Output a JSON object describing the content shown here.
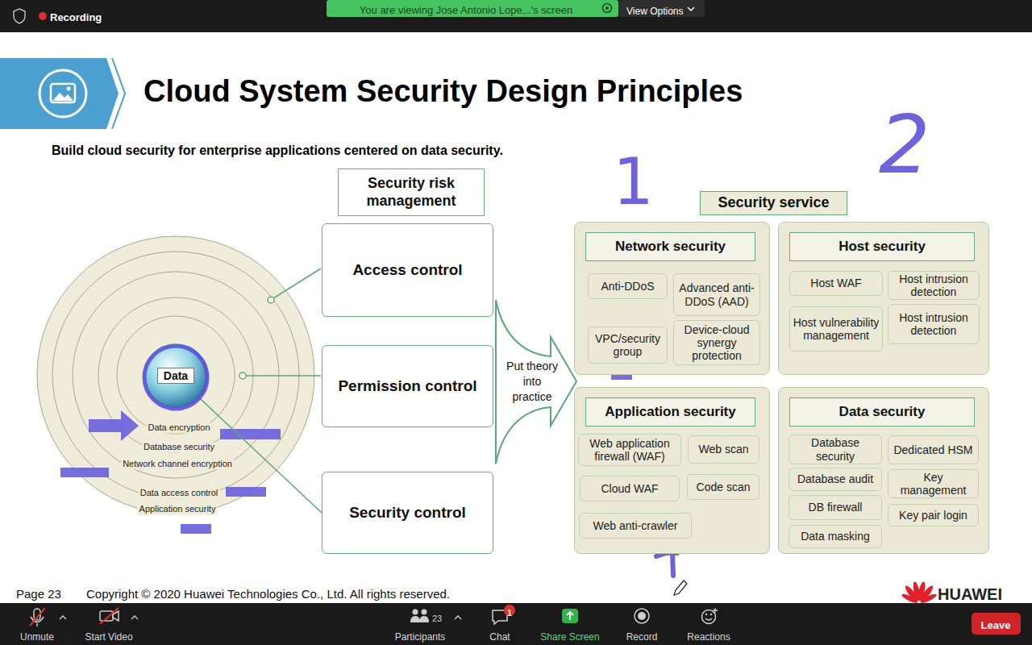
{
  "diagram": {
    "title": "Cloud System Security Design Principles",
    "nodes": [
      {
        "text": [
          "Data"
        ]
      },
      {
        "text": [
          "Security risk management"
        ]
      },
      {
        "text": [
          "Access control"
        ]
      },
      {
        "text": [
          "Permission control"
        ]
      },
      {
        "text": [
          "Security control"
        ]
      },
      {
        "text": [
          "Put theory into practice"
        ]
      },
      {
        "text": [
          "Security service"
        ]
      },
      {
        "text": [
          "Network security"
        ]
      },
      {
        "text": [
          "Anti-DDoS"
        ],
        "in": 7
      },
      {
        "text": [
          "Advanced anti-DDoS (AAD)"
        ],
        "in": 7
      },
      {
        "text": [
          "VPC/security group"
        ],
        "in": 7
      },
      {
        "text": [
          "Device-cloud synergy protection"
        ],
        "in": 7
      },
      {
        "text": [
          "Host security"
        ]
      },
      {
        "text": [
          "Host WAF"
        ],
        "in": 12
      },
      {
        "text": [
          "Host intrusion detection"
        ],
        "in": 12
      },
      {
        "text": [
          "Host vulnerability management"
        ],
        "in": 12
      },
      {
        "text": [
          "Host intrusion detection"
        ],
        "in": 12
      },
      {
        "text": [
          "Application security"
        ]
      },
      {
        "text": [
          "Web application firewall (WAF)"
        ],
        "in": 17
      },
      {
        "text": [
          "Web scan"
        ],
        "in": 17
      },
      {
        "text": [
          "Cloud WAF"
        ],
        "in": 17
      },
      {
        "text": [
          "Code scan"
        ],
        "in": 17
      },
      {
        "text": [
          "Web anti-crawler"
        ],
        "in": 17
      },
      {
        "text": [
          "Data security"
        ]
      },
      {
        "text": [
          "Database security"
        ],
        "in": 23
      },
      {
        "text": [
          "Dedicated HSM"
        ],
        "in": 23
      },
      {
        "text": [
          "Database audit"
        ],
        "in": 23
      },
      {
        "text": [
          "Key management"
        ],
        "in": 23
      },
      {
        "text": [
          "DB firewall"
        ],
        "in": 23
      },
      {
        "text": [
          "Key pair login"
        ],
        "in": 23
      },
      {
        "text": [
          "Data masking"
        ],
        "in": 23
      }
    ],
    "edges": [
      {
        "from": 0,
        "to": 4,
        "arrow": "none"
      }
    ],
    "labels": [
      "Recording",
      "You are viewing Jose Antonio Lope...'s screen",
      "View Options",
      "Build cloud security for enterprise applications centered on data security.",
      "Data encryption",
      "Database security",
      "Network channel encryption",
      "Data access control",
      "Application security",
      "1",
      "2",
      "Page 23",
      "Copyright © 2020 Huawei Technologies Co., Ltd. All rights reserved.",
      "HUAWEI",
      "Unmute",
      "Start Video",
      "23",
      "Participants",
      "1",
      "Chat",
      "Share Screen",
      "Record",
      "Reactions",
      "Leave"
    ]
  }
}
